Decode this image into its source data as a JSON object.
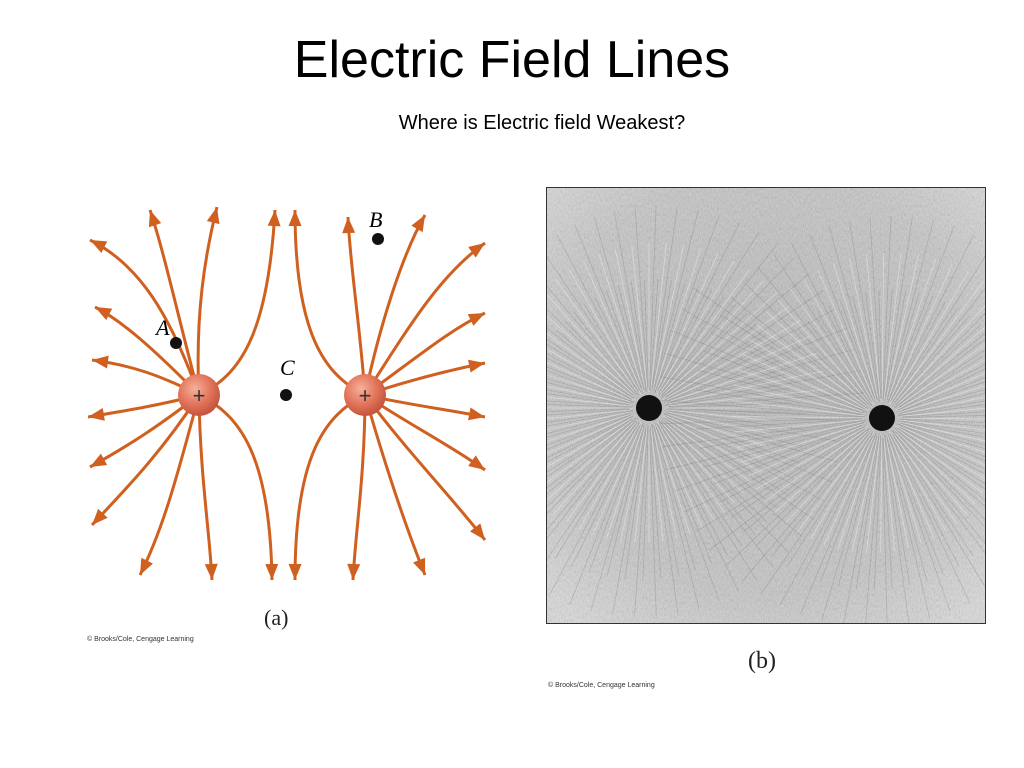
{
  "slide": {
    "title": "Electric Field Lines",
    "question": "Where is Electric field Weakest?"
  },
  "figure_a": {
    "caption": "(a)",
    "credit": "© Brooks/Cole, Cengage Learning",
    "charges": [
      {
        "sign": "+"
      },
      {
        "sign": "+"
      }
    ],
    "points": [
      {
        "label": "A"
      },
      {
        "label": "B"
      },
      {
        "label": "C"
      }
    ],
    "line_color": "#d0601f",
    "charge_color": "#e2735a"
  },
  "figure_b": {
    "caption": "(b)",
    "credit": "© Brooks/Cole, Cengage Learning"
  }
}
